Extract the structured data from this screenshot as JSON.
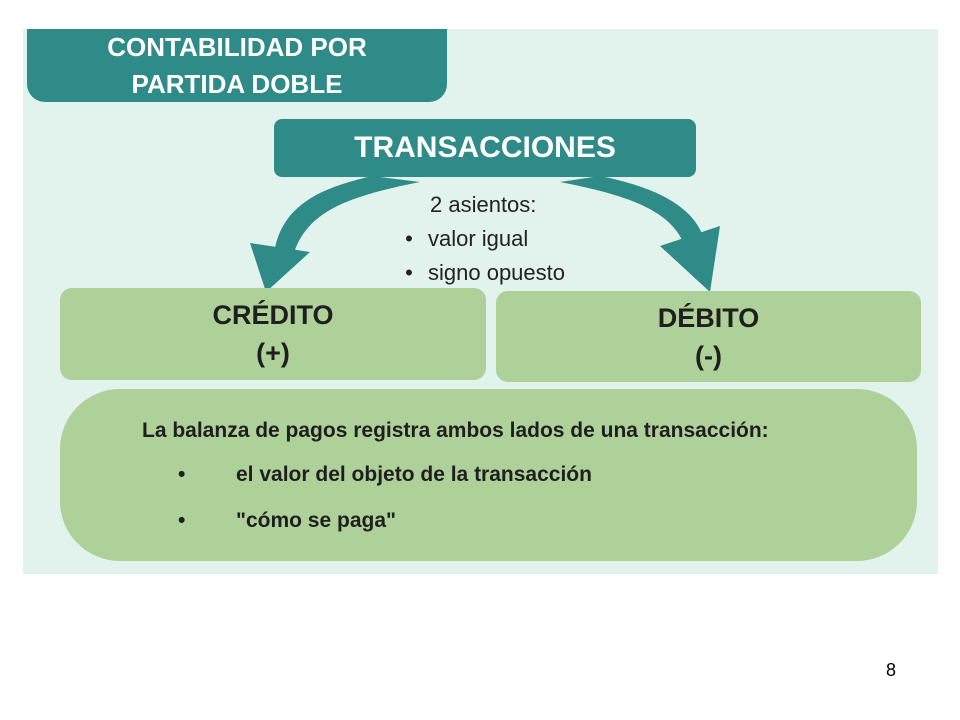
{
  "title": {
    "line1": "CONTABILIDAD POR",
    "line2": "PARTIDA DOBLE"
  },
  "transactions": {
    "label": "TRANSACCIONES"
  },
  "entries": {
    "heading": "2 asientos:",
    "items": [
      "valor igual",
      "signo opuesto"
    ]
  },
  "credit": {
    "label": "CRÉDITO",
    "sign": "(+)"
  },
  "debit": {
    "label": "DÉBITO",
    "sign": "(-)"
  },
  "balance": {
    "intro": "La balanza de pagos registra ambos lados de una transacción:",
    "items": [
      "el valor del objeto de la transacción",
      "\"cómo se paga\""
    ]
  },
  "bullet": "•",
  "page_number": "8",
  "colors": {
    "teal": "#2e8b87",
    "panel": "#e2f2ec",
    "green": "#aed199"
  }
}
